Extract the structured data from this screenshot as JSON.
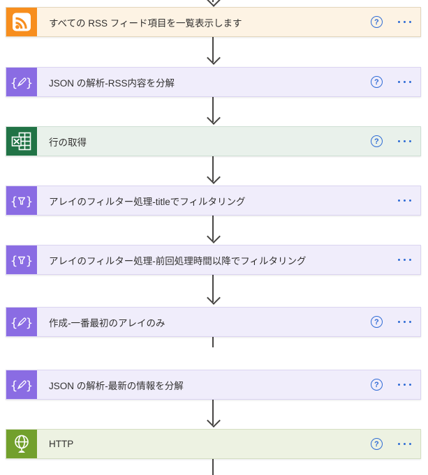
{
  "flow": {
    "help_glyph": "?",
    "cards": [
      {
        "title": "すべての RSS フィード項目を一覧表示します",
        "icon": "rss-icon",
        "has_help": true,
        "has_menu": true,
        "tile_color": "#F78E1E",
        "bg_color": "#FDF3E4"
      },
      {
        "title": "JSON の解析-RSS内容を分解",
        "icon": "json-parse-icon",
        "has_help": true,
        "has_menu": true,
        "tile_color": "#8A6CE3",
        "bg_color": "#F0EDFB"
      },
      {
        "title": "行の取得",
        "icon": "excel-icon",
        "has_help": true,
        "has_menu": true,
        "tile_color": "#217346",
        "bg_color": "#E9F1EB"
      },
      {
        "title": "アレイのフィルター処理-titleでフィルタリング",
        "icon": "filter-array-icon",
        "has_help": false,
        "has_menu": true,
        "tile_color": "#8A6CE3",
        "bg_color": "#F0EDFB"
      },
      {
        "title": "アレイのフィルター処理-前回処理時間以降でフィルタリング",
        "icon": "filter-array-icon",
        "has_help": false,
        "has_menu": true,
        "tile_color": "#8A6CE3",
        "bg_color": "#F0EDFB"
      },
      {
        "title": "作成-一番最初のアレイのみ",
        "icon": "compose-icon",
        "has_help": true,
        "has_menu": true,
        "tile_color": "#8A6CE3",
        "bg_color": "#F0EDFB"
      },
      {
        "title": "JSON の解析-最新の情報を分解",
        "icon": "json-parse-icon",
        "has_help": true,
        "has_menu": true,
        "tile_color": "#8A6CE3",
        "bg_color": "#F0EDFB"
      },
      {
        "title": "HTTP",
        "icon": "http-icon",
        "has_help": true,
        "has_menu": true,
        "tile_color": "#72A02C",
        "bg_color": "#EDF2E2"
      }
    ],
    "colors": {
      "connector": "#474543",
      "help_blue": "#2E6BD5",
      "menu_blue": "#2E6BD5",
      "text": "#323130",
      "canvas_bg": "#FFFFFF"
    }
  }
}
